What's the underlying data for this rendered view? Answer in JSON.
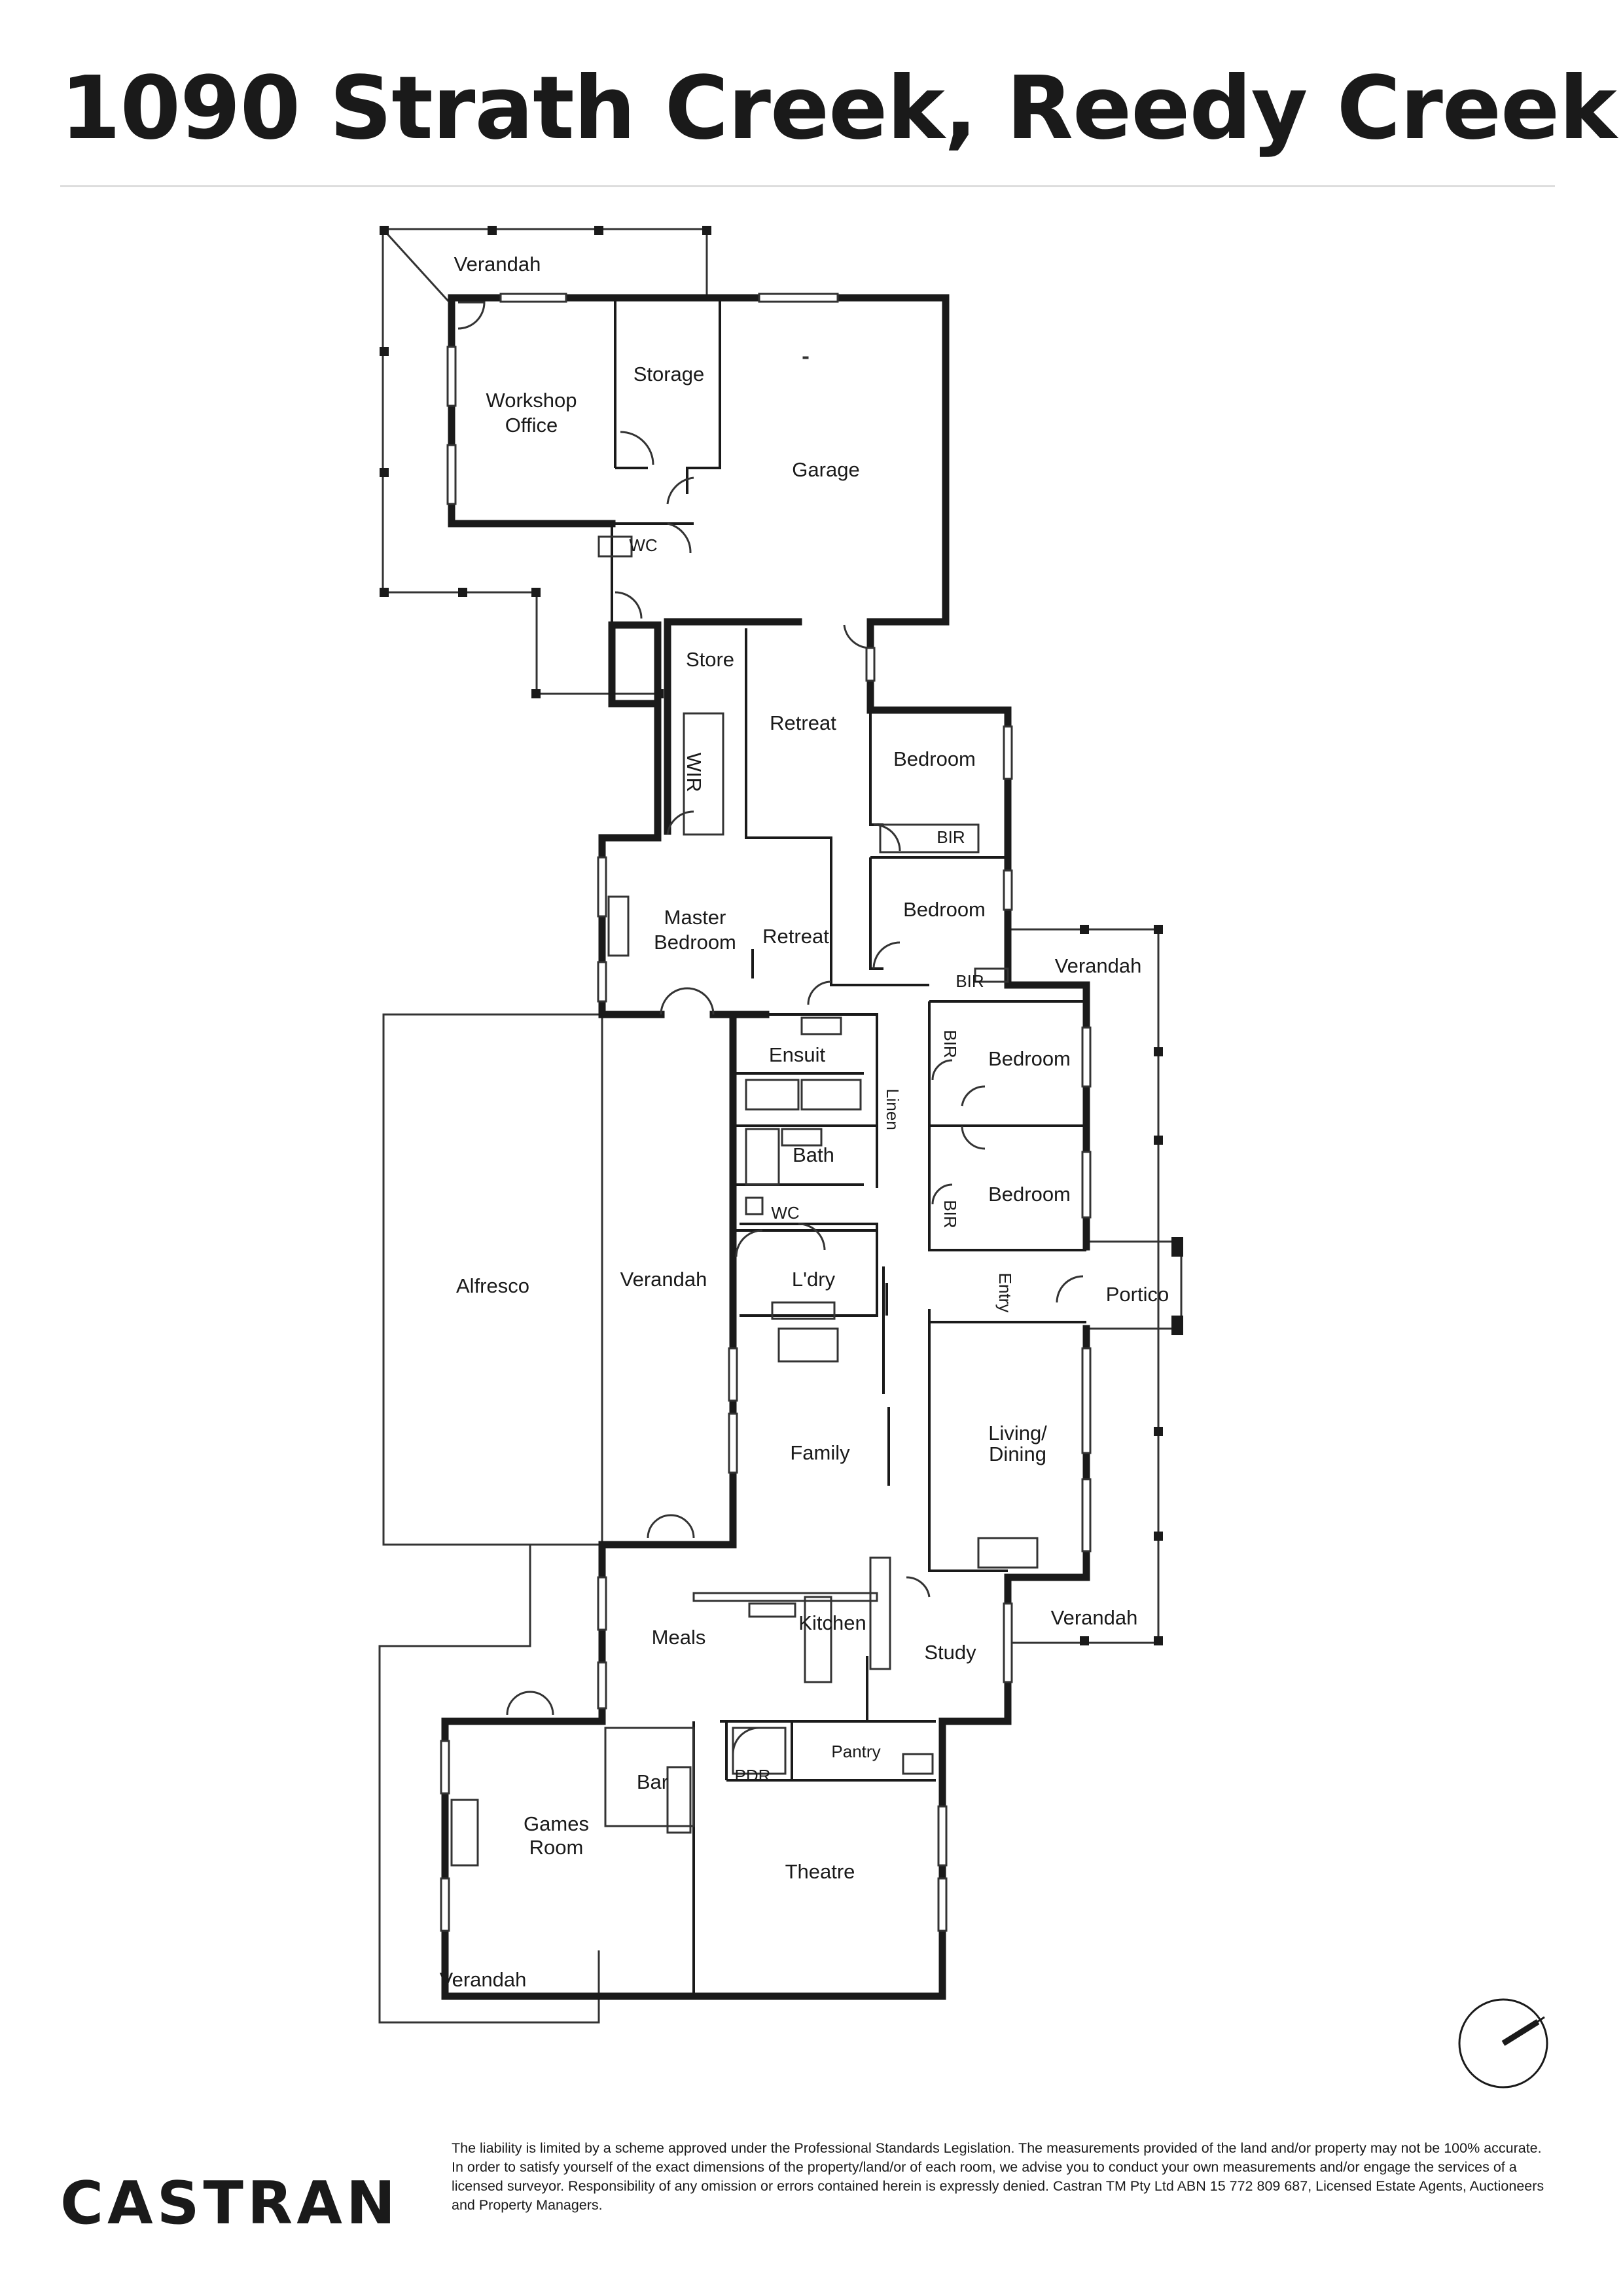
{
  "title": "1090 Strath Creek, Reedy Creek",
  "rooms": {
    "verandah_top": "Verandah",
    "workshop_office": "Workshop\nOffice",
    "storage": "Storage",
    "garage": "Garage",
    "wc_garage": "WC",
    "store": "Store",
    "retreat_upper": "Retreat",
    "wir": "WIR",
    "bedroom_1": "Bedroom",
    "bir_1": "BIR",
    "bedroom_2": "Bedroom",
    "bir_2": "BIR",
    "verandah_east": "Verandah",
    "master_bedroom": "Master\nBedroom",
    "retreat_master": "Retreat",
    "ensuit": "Ensuit",
    "linen": "Linen",
    "bath": "Bath",
    "wc_bath": "WC",
    "bir_3": "BIR",
    "bedroom_3": "Bedroom",
    "bir_4": "BIR",
    "bedroom_4": "Bedroom",
    "alfresco": "Alfresco",
    "verandah_west": "Verandah",
    "laundry": "L'dry",
    "entry": "Entry",
    "portico": "Portico",
    "family": "Family",
    "living_dining": "Living/\nDining",
    "meals": "Meals",
    "kitchen": "Kitchen",
    "study": "Study",
    "verandah_southeast": "Verandah",
    "bar": "Bar",
    "pdr": "PDR",
    "pantry": "Pantry",
    "games_room": "Games\nRoom",
    "theatre": "Theatre",
    "verandah_south": "Verandah"
  },
  "north_arrow": "north-arrow-icon",
  "brand": "CASTRAN",
  "disclaimer": "The liability is limited by a scheme approved under the Professional Standards Legislation. The measurements provided of the land and/or property may not be 100% accurate. In order to satisfy yourself of the exact dimensions of the property/land/or of each room, we advise you to conduct your own measurements and/or engage the services of a licensed surveyor. Responsibility of any omission or errors contained herein is expressly denied. Castran TM Pty Ltd ABN 15 772 809 687, Licensed Estate Agents, Auctioneers and Property Managers."
}
